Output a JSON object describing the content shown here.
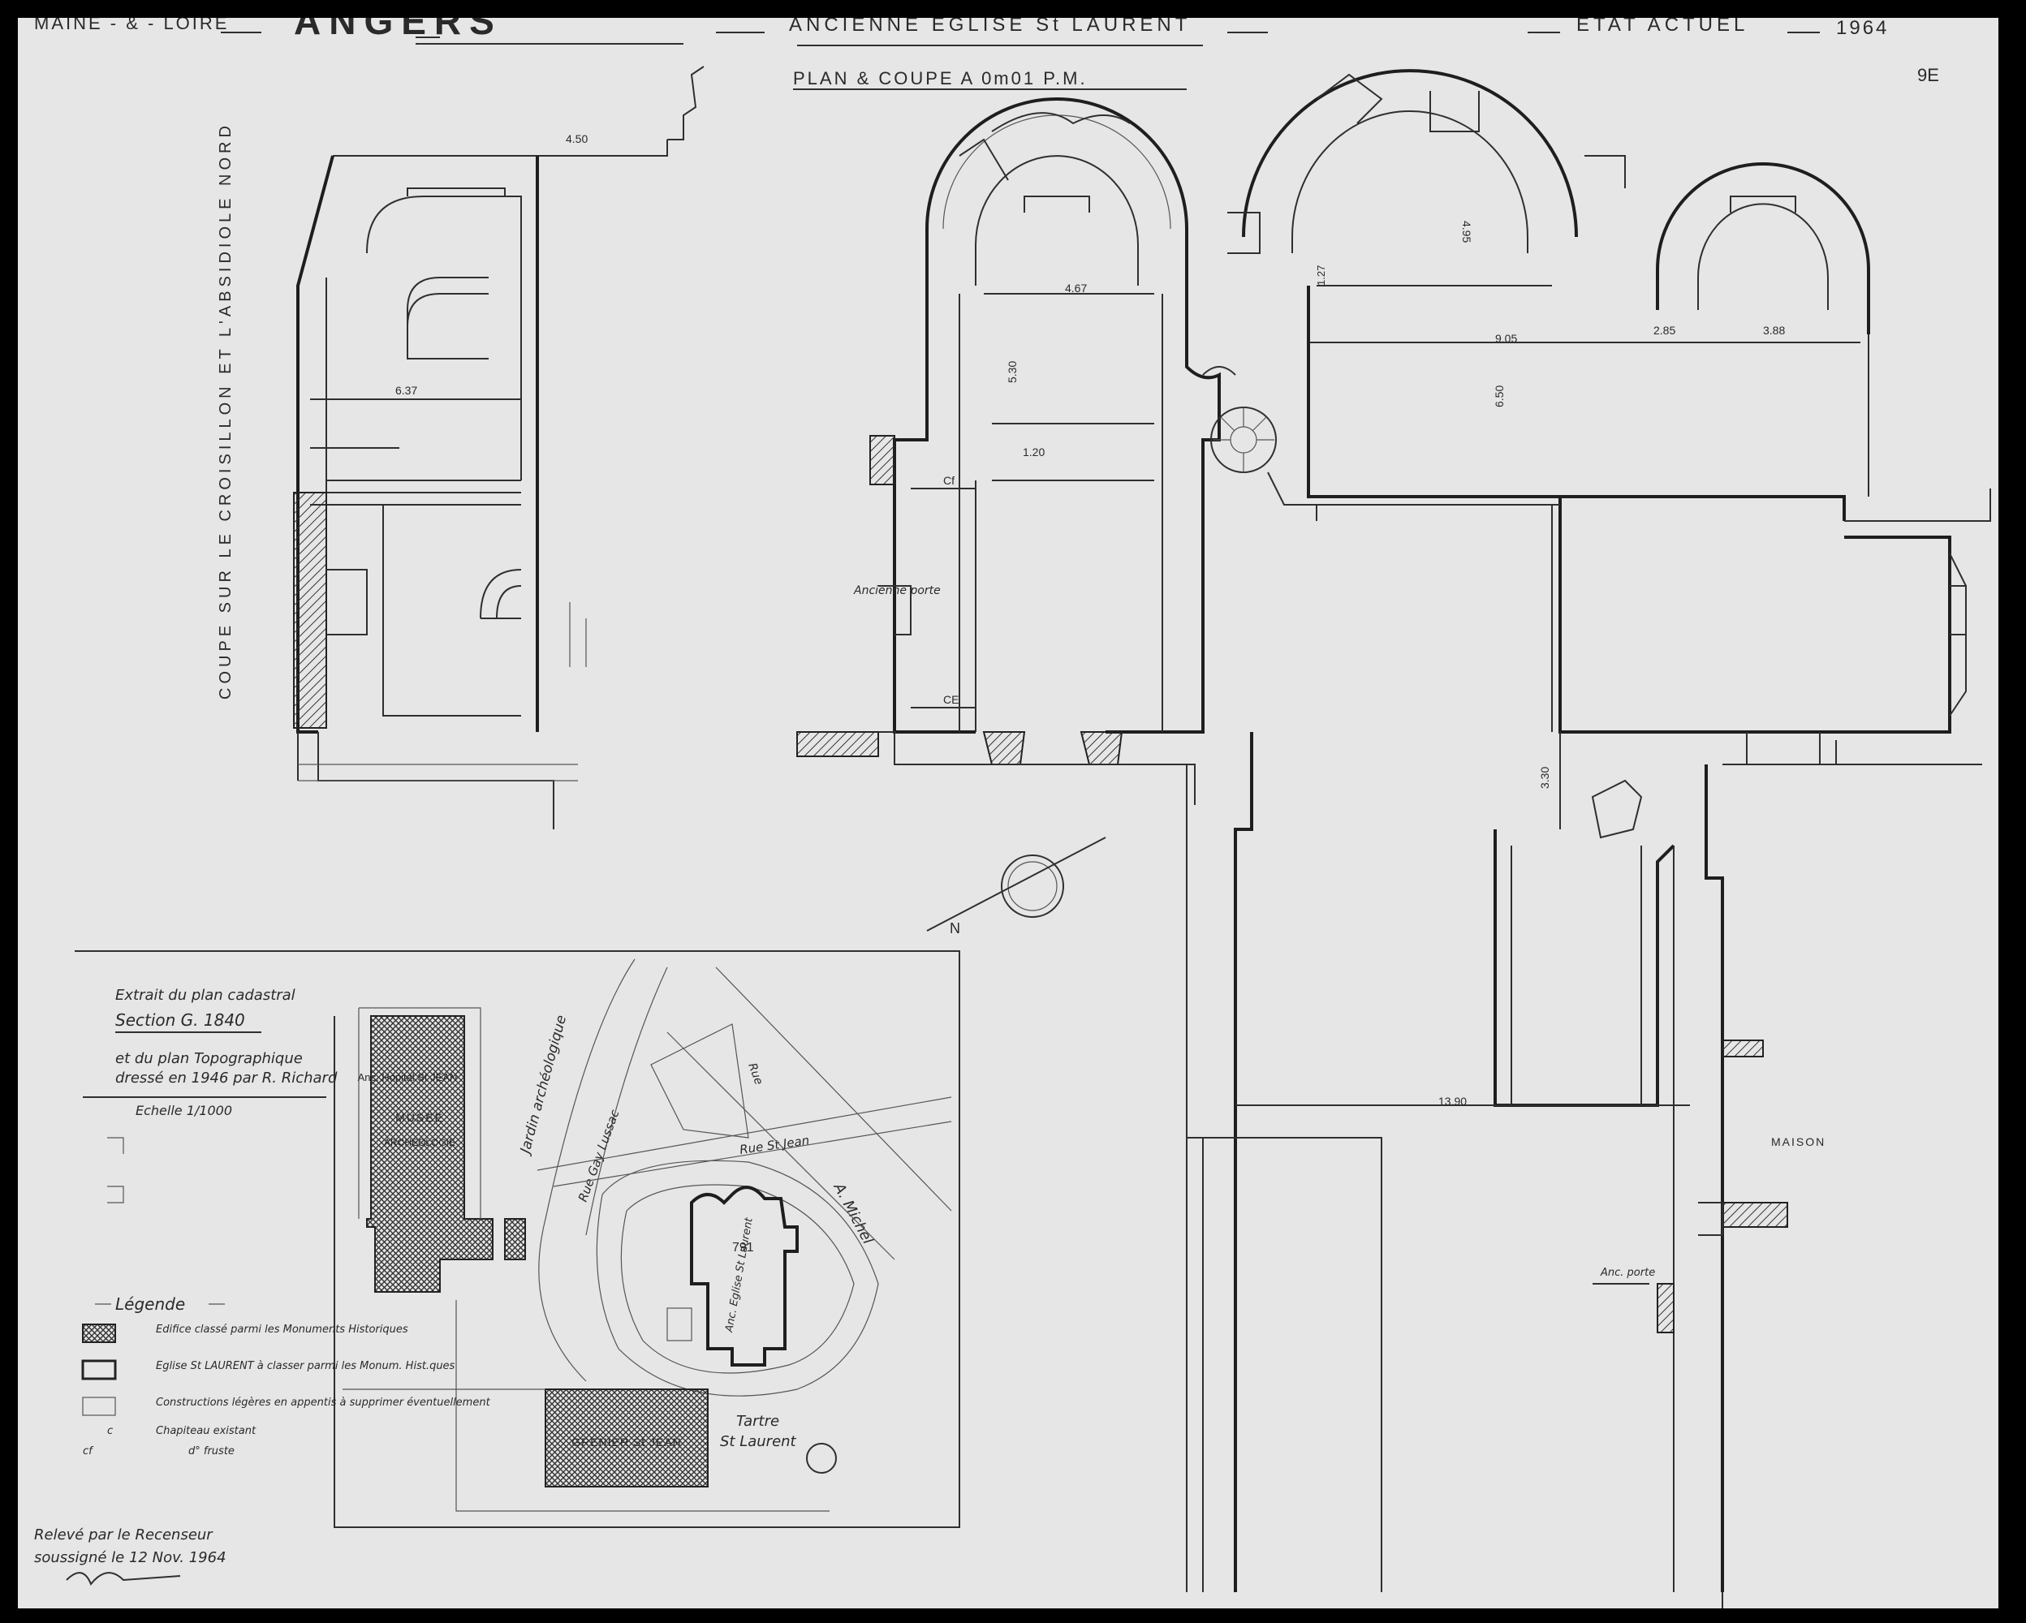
{
  "header": {
    "department": "MAINE - & - LOIRE",
    "city": "ANGERS",
    "building": "ANCIENNE EGLISE St LAURENT",
    "status": "ETAT ACTUEL",
    "year": "1964",
    "sheet_mark": "9E"
  },
  "plan_title": "PLAN & COUPE A 0m01 P.M.",
  "section_label": "COUPE SUR LE CROISILLON ET L'ABSIDIOLE NORD",
  "dimensions": {
    "d450": "4.50",
    "d637": "6.37",
    "d467": "4.67",
    "d530": "5.30",
    "d120": "1.20",
    "d495": "4.95",
    "d127": "1.27",
    "d905": "9.05",
    "d285": "2.85",
    "d388": "3.88",
    "d650": "6.50",
    "d330": "3.30",
    "d1390": "13.90"
  },
  "labels": {
    "ancienne_porte": "Ancienne porte",
    "cf": "Cf",
    "ce": "CE",
    "maison": "MAISON",
    "anc_porte": "Anc. porte",
    "north": "N"
  },
  "inset": {
    "line1": "Extrait du plan cadastral",
    "line2": "Section G. 1840",
    "line3": "et du plan Topographique",
    "line4": "dressé en 1946 par R. Richard",
    "scale": "Echelle 1/1000",
    "hospital": "Anc. Hopital St JEAN",
    "musee": "MUSEE",
    "archeologie": "ARCHEOLOGIE",
    "jardin": "Jardin archéologique",
    "rue_gay_lussac": "Rue Gay Lussac",
    "rue_st_jean": "Rue St Jean",
    "rue": "Rue",
    "a_michel": "A. Michel",
    "eglise": "Anc. Eglise St Laurent",
    "parcel": "791",
    "grenier": "GRENIER St JEAN",
    "tartre": "Tartre",
    "st_laurent": "St Laurent"
  },
  "legend": {
    "title": "Légende",
    "item1": "Edifice classé parmi les Monuments Historiques",
    "item2": "Eglise St LAURENT à classer parmi les Monum. Hist.ques",
    "item3": "Constructions légères en appentis à supprimer éventuellement",
    "item4": "Chapiteau existant",
    "item5": "d° fruste",
    "key4": "c",
    "key5": "cf"
  },
  "signature": {
    "line1": "Relevé par le Recenseur",
    "line2": "soussigné le 12 Nov. 1964"
  }
}
